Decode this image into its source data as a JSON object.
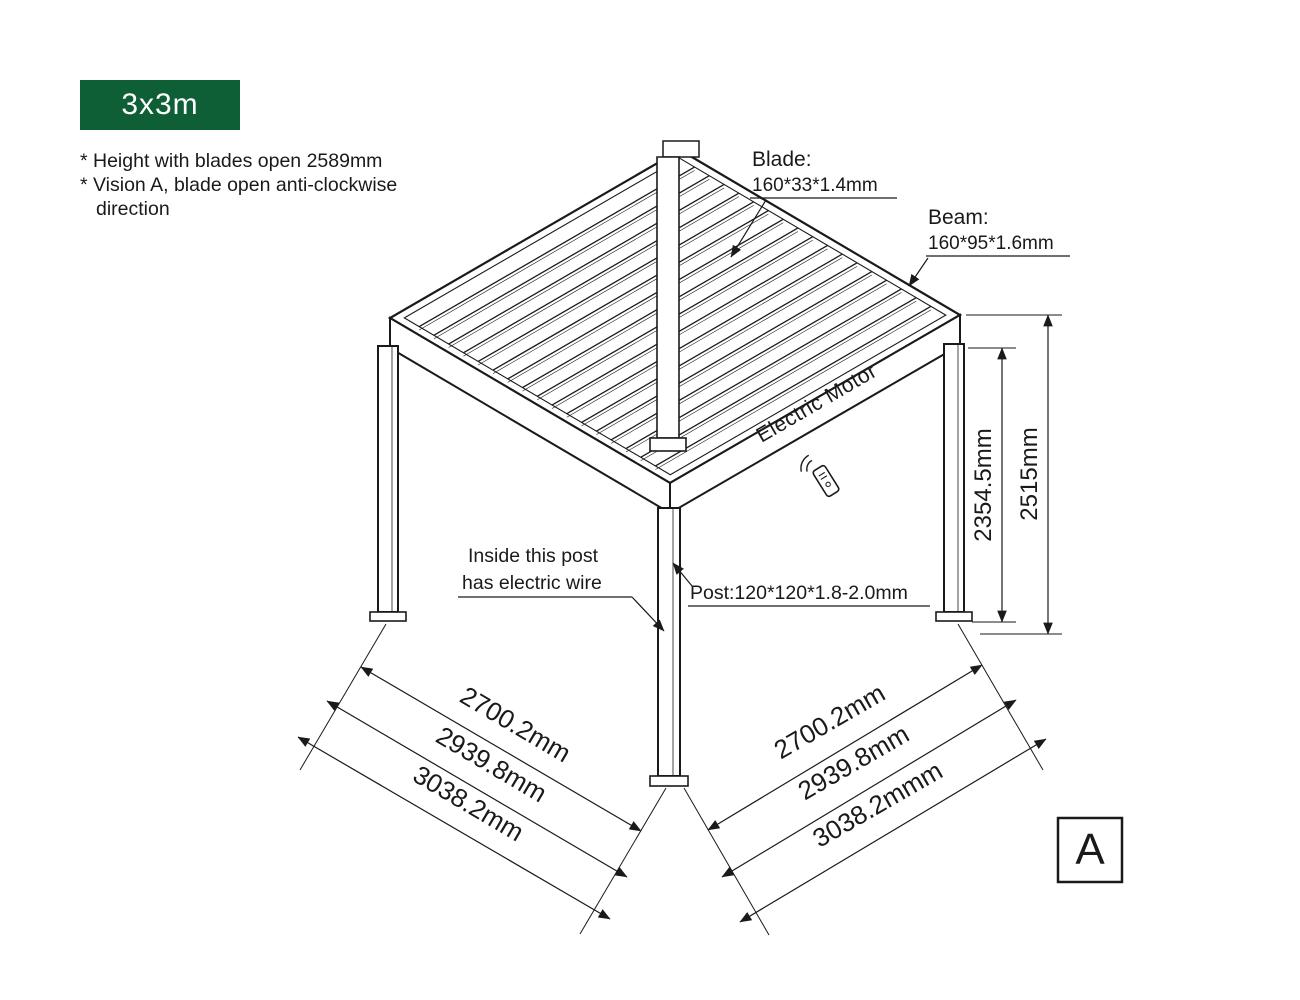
{
  "badge": {
    "label": "3x3m"
  },
  "notes": {
    "line1": "* Height with blades open 2589mm",
    "line2": "* Vision A, blade open anti-clockwise",
    "line3": "direction"
  },
  "callouts": {
    "blade_title": "Blade:",
    "blade_spec": "160*33*1.4mm",
    "beam_title": "Beam:",
    "beam_spec": "160*95*1.6mm",
    "motor_label": "Electric Motor",
    "wire_line1": "Inside this post",
    "wire_line2": "has electric wire",
    "post_spec": "Post:120*120*1.8-2.0mm"
  },
  "dimensions": {
    "post_height": "2354.5mm",
    "total_height": "2515mm",
    "left": [
      "2700.2mm",
      "2939.8mm",
      "3038.2mm"
    ],
    "right": [
      "2700.2mm",
      "2939.8mm",
      "3038.2mmm"
    ]
  },
  "view_label": "A",
  "colors": {
    "badge_bg": "#0e5f35",
    "line": "#1a1a1a"
  }
}
